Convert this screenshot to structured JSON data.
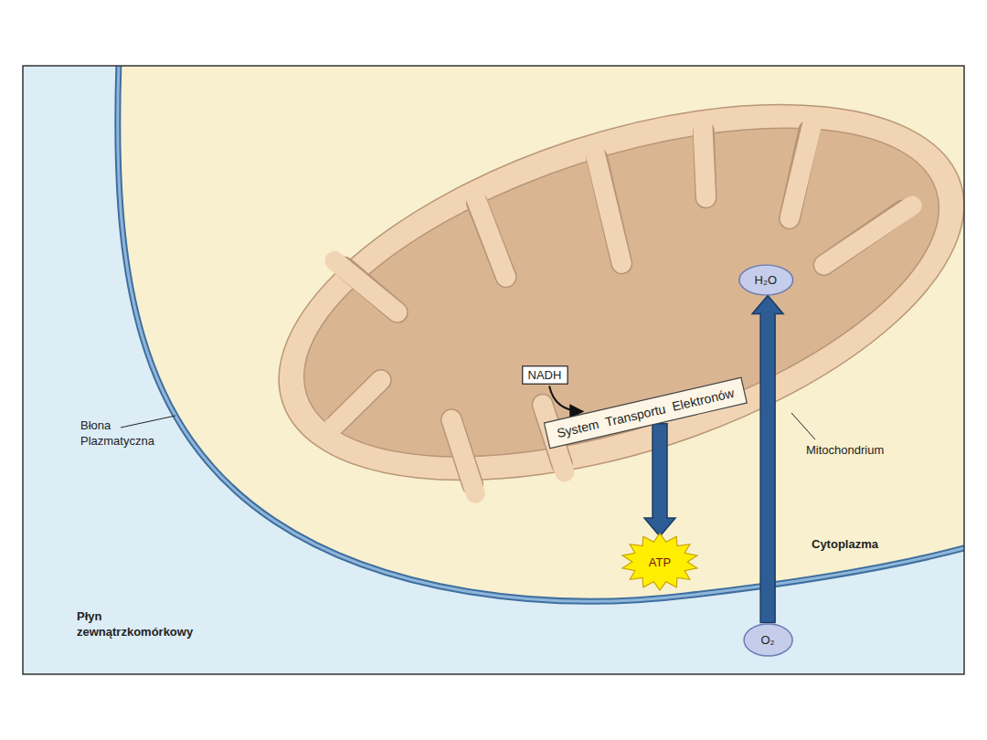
{
  "diagram": {
    "nodes": [
      {
        "text": [
          "H₂O"
        ]
      },
      {
        "text": [
          "NADH"
        ]
      },
      {
        "text": [
          "System Transportu Elektronów"
        ]
      },
      {
        "text": [
          "ATP"
        ]
      },
      {
        "text": [
          "O₂"
        ]
      }
    ],
    "edges": [
      {
        "from": 1,
        "to": 2,
        "arrow": "to"
      },
      {
        "from": 2,
        "to": 3,
        "arrow": "to"
      },
      {
        "from": 4,
        "to": 0,
        "arrow": "to"
      }
    ],
    "labels": [
      "Błona Plazmatyczna",
      "Mitochondrium",
      "Cytoplazma",
      "Płyn zewnątrzkomórkowy"
    ]
  }
}
